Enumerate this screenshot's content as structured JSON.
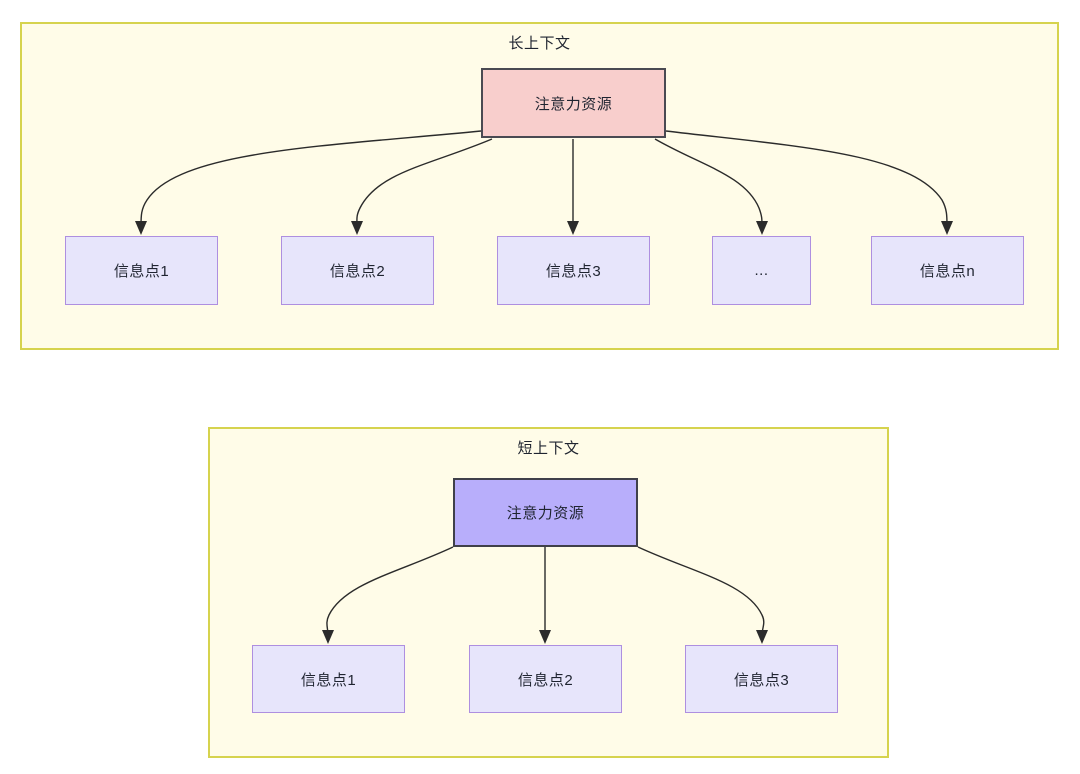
{
  "diagram": {
    "type": "node-edge-diagram",
    "background_color": "#ffffff",
    "palette": {
      "container_fill": "#fffce8",
      "container_border": "#d6d34e",
      "attention_pink_fill": "#f8cecc",
      "attention_pink_border": "#4a4a52",
      "attention_blue_fill": "#b8aefb",
      "attention_blue_border": "#40404a",
      "info_fill": "#e7e5fb",
      "info_border": "#ae8fe0",
      "edge_color": "#2b2b2b",
      "text_color": "#1f2430"
    },
    "groups": [
      {
        "id": "long-context",
        "title": "长上下文",
        "root": {
          "id": "long-attention",
          "label": "注意力资源",
          "style": "attention-pink"
        },
        "children": [
          {
            "id": "long-info-1",
            "label": "信息点1"
          },
          {
            "id": "long-info-2",
            "label": "信息点2"
          },
          {
            "id": "long-info-3",
            "label": "信息点3"
          },
          {
            "id": "long-info-ellipsis",
            "label": "..."
          },
          {
            "id": "long-info-n",
            "label": "信息点n"
          }
        ]
      },
      {
        "id": "short-context",
        "title": "短上下文",
        "root": {
          "id": "short-attention",
          "label": "注意力资源",
          "style": "attention-blue"
        },
        "children": [
          {
            "id": "short-info-1",
            "label": "信息点1"
          },
          {
            "id": "short-info-2",
            "label": "信息点2"
          },
          {
            "id": "short-info-3",
            "label": "信息点3"
          }
        ]
      }
    ]
  }
}
